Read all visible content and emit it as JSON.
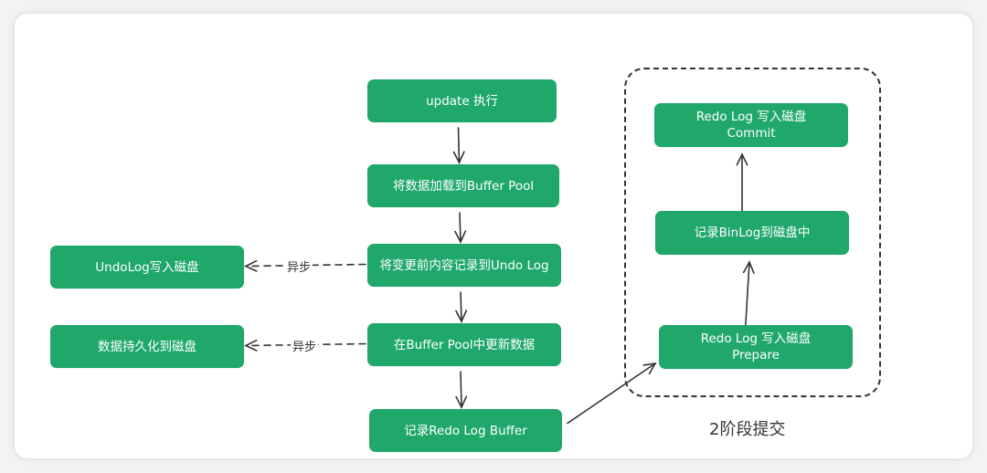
{
  "diagram": {
    "colors": {
      "node_fill": "#20a86b",
      "node_text": "#ffffff",
      "edge": "#333333",
      "background": "#ffffff"
    },
    "main_flow": [
      {
        "id": "n1",
        "lines": [
          "update 执行"
        ]
      },
      {
        "id": "n2",
        "lines": [
          "将数据加载到Buffer Pool"
        ]
      },
      {
        "id": "n3",
        "lines": [
          "将变更前内容记录到Undo Log"
        ]
      },
      {
        "id": "n4",
        "lines": [
          "在Buffer Pool中更新数据"
        ]
      },
      {
        "id": "n5",
        "lines": [
          "记录Redo Log Buffer"
        ]
      }
    ],
    "side_nodes": [
      {
        "id": "s1",
        "lines": [
          "UndoLog写入磁盘"
        ]
      },
      {
        "id": "s2",
        "lines": [
          "数据持久化到磁盘"
        ]
      }
    ],
    "two_phase_commit": {
      "label": "2阶段提交",
      "nodes": [
        {
          "id": "t1",
          "lines": [
            "Redo Log 写入磁盘",
            "Commit"
          ]
        },
        {
          "id": "t2",
          "lines": [
            "记录BinLog到磁盘中"
          ]
        },
        {
          "id": "t3",
          "lines": [
            "Redo Log 写入磁盘",
            "Prepare"
          ]
        }
      ]
    },
    "edges": [
      {
        "from": "n1",
        "to": "n2",
        "style": "solid"
      },
      {
        "from": "n2",
        "to": "n3",
        "style": "solid"
      },
      {
        "from": "n3",
        "to": "n4",
        "style": "solid"
      },
      {
        "from": "n4",
        "to": "n5",
        "style": "solid"
      },
      {
        "from": "n3",
        "to": "s1",
        "style": "dashed",
        "label": "异步"
      },
      {
        "from": "n4",
        "to": "s2",
        "style": "dashed",
        "label": "异步"
      },
      {
        "from": "n5",
        "to": "t3",
        "style": "solid"
      },
      {
        "from": "t3",
        "to": "t2",
        "style": "solid"
      },
      {
        "from": "t2",
        "to": "t1",
        "style": "solid"
      }
    ]
  }
}
